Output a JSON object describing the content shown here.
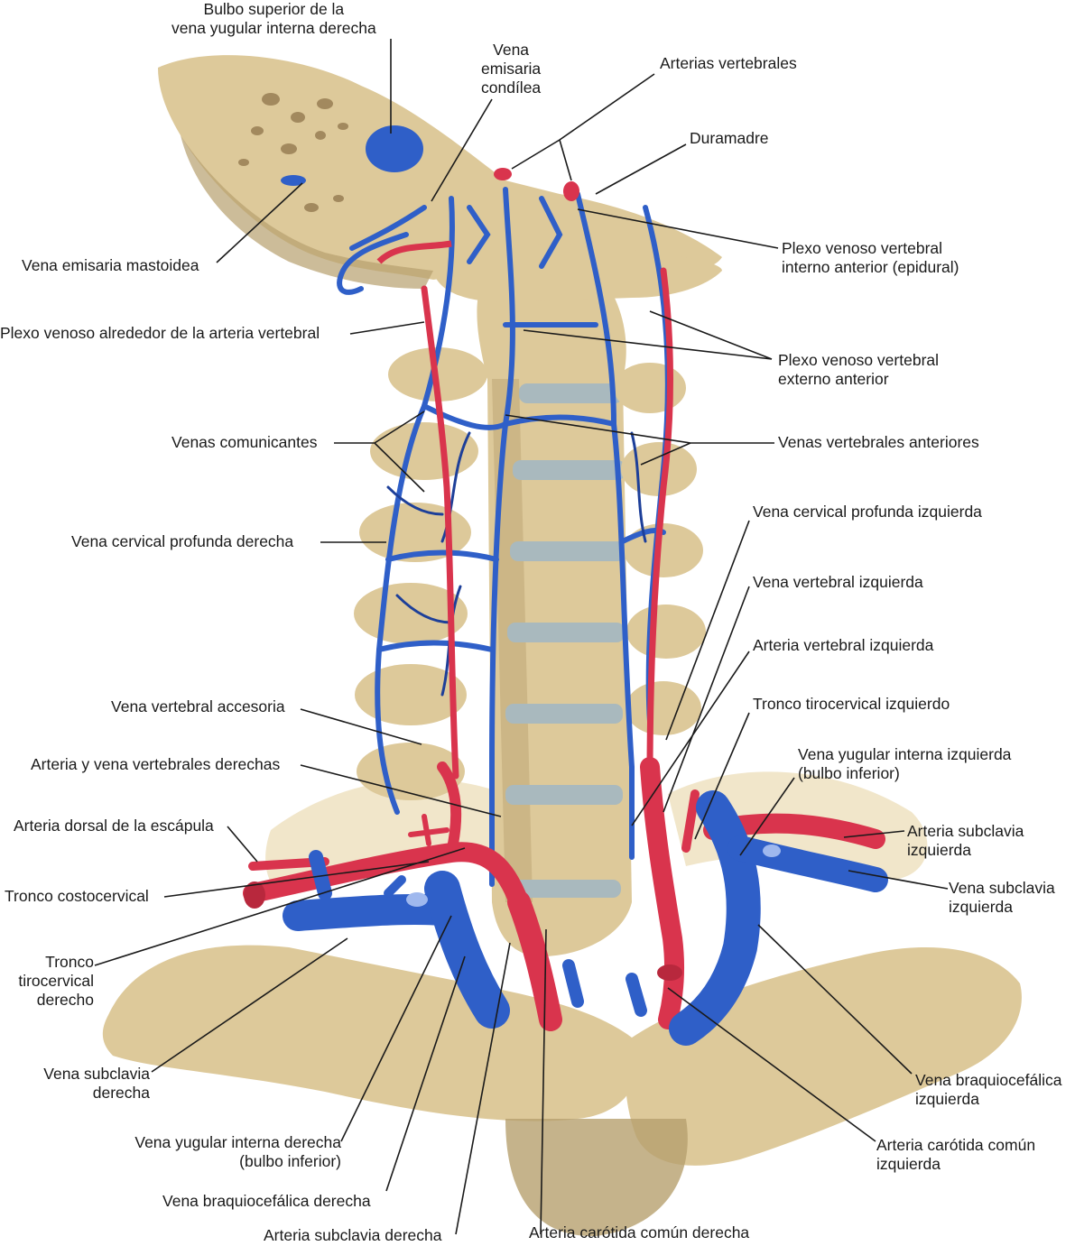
{
  "colors": {
    "bone": "#ddc99a",
    "bone_shadow": "#b7a06e",
    "bone_light": "#efe3c4",
    "disc": "#a9b9be",
    "vein": "#2f5fc8",
    "vein_dark": "#1d3f99",
    "artery": "#d9344d",
    "artery_dark": "#a41f34",
    "leader": "#1a1a1a"
  },
  "labels": {
    "bulbo_superior": "Bulbo superior de la\nvena yugular interna derecha",
    "vena_emisaria_condilea": "Vena\nemisaria\ncondílea",
    "arterias_vertebrales": "Arterias vertebrales",
    "duramadre": "Duramadre",
    "vena_emisaria_mastoidea": "Vena emisaria mastoidea",
    "plexo_interno_anterior": "Plexo venoso vertebral\ninterno anterior (epidural)",
    "plexo_alrededor_arteria": "Plexo venoso alrededor de la arteria vertebral",
    "plexo_externo_anterior": "Plexo venoso vertebral\nexterno anterior",
    "venas_comunicantes": "Venas comunicantes",
    "venas_vertebrales_anteriores": "Venas vertebrales anteriores",
    "vena_cervical_profunda_izq": "Vena cervical profunda izquierda",
    "vena_cervical_profunda_der": "Vena cervical profunda derecha",
    "vena_vertebral_izq": "Vena vertebral izquierda",
    "arteria_vertebral_izq": "Arteria vertebral izquierda",
    "vena_vertebral_accesoria": "Vena vertebral accesoria",
    "tronco_tirocervical_izq": "Tronco tirocervical izquierdo",
    "arteria_vena_vertebrales_der": "Arteria y vena vertebrales derechas",
    "vena_yugular_interna_izq": "Vena yugular interna izquierda\n(bulbo inferior)",
    "arteria_dorsal_escapula": "Arteria dorsal de la escápula",
    "arteria_subclavia_izq": "Arteria subclavia\nizquierda",
    "vena_subclavia_izq": "Vena subclavia\nizquierda",
    "tronco_costocervical": "Tronco costocervical",
    "tronco_tirocervical_der": "Tronco\ntirocervical\nderecho",
    "vena_subclavia_der": "Vena subclavia\nderecha",
    "vena_braquiocefalica_izq": "Vena braquiocefálica\nizquierda",
    "arteria_carotida_comun_izq": "Arteria carótida común\nizquierda",
    "vena_yugular_interna_der": "Vena yugular interna derecha\n(bulbo inferior)",
    "vena_braquiocefalica_der": "Vena braquiocefálica derecha",
    "arteria_subclavia_der": "Arteria subclavia derecha",
    "arteria_carotida_comun_der": "Arteria carótida común derecha"
  }
}
